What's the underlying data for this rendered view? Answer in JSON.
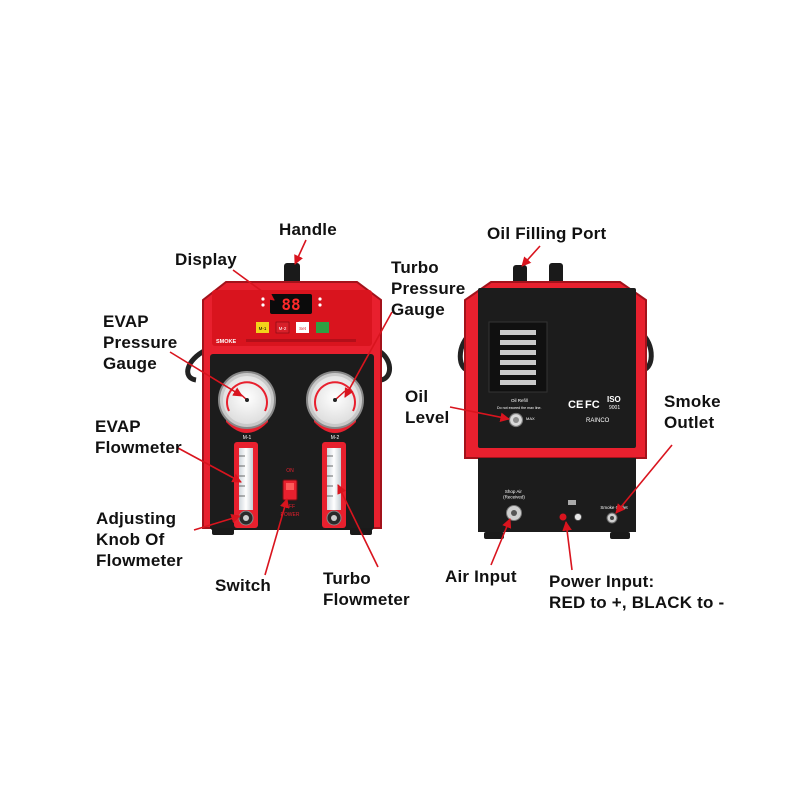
{
  "labels": {
    "handle": "Handle",
    "display": "Display",
    "turbo_pressure_gauge": "Turbo\nPressure\nGauge",
    "evap_pressure_gauge": "EVAP\nPressure\nGauge",
    "evap_flowmeter": "EVAP\nFlowmeter",
    "adjusting_knob": "Adjusting\nKnob Of\nFlowmeter",
    "switch": "Switch",
    "turbo_flowmeter": "Turbo\nFlowmeter",
    "oil_filling_port": "Oil Filling Port",
    "oil_level": "Oil\nLevel",
    "smoke_outlet": "Smoke\nOutlet",
    "air_input": "Air Input",
    "power_input": "Power Input:\nRED to +, BLACK to -"
  },
  "front": {
    "brand": "SMOKE",
    "display_value": "88",
    "gauge_left_tag": "M-1",
    "gauge_right_tag": "M-2",
    "switch_on": "ON",
    "switch_off": "OFF",
    "switch_power": "POWER",
    "button_labels": [
      "M-1",
      "M-2",
      "Set",
      ""
    ]
  },
  "back": {
    "oil_refill": "Oil Refill",
    "oil_refill_warning": "Do not exceed the max line.",
    "max_mark": "MAX",
    "cert_ce": "CE",
    "cert_fc": "FC",
    "cert_iso": "ISO",
    "cert_iso_num": "9001",
    "maker": "RAINCO",
    "shop_air": "Shop Air\n(Received)",
    "smoke_outlet_tag": "Smoke Outlet"
  },
  "colors": {
    "body_red": "#e8202e",
    "panel_black": "#1c1c1c",
    "arrow_red": "#d9141e",
    "button_yellow": "#f2d21b",
    "button_red": "#d8202a",
    "button_green": "#2ea043",
    "led_red": "#ff2a2a"
  }
}
